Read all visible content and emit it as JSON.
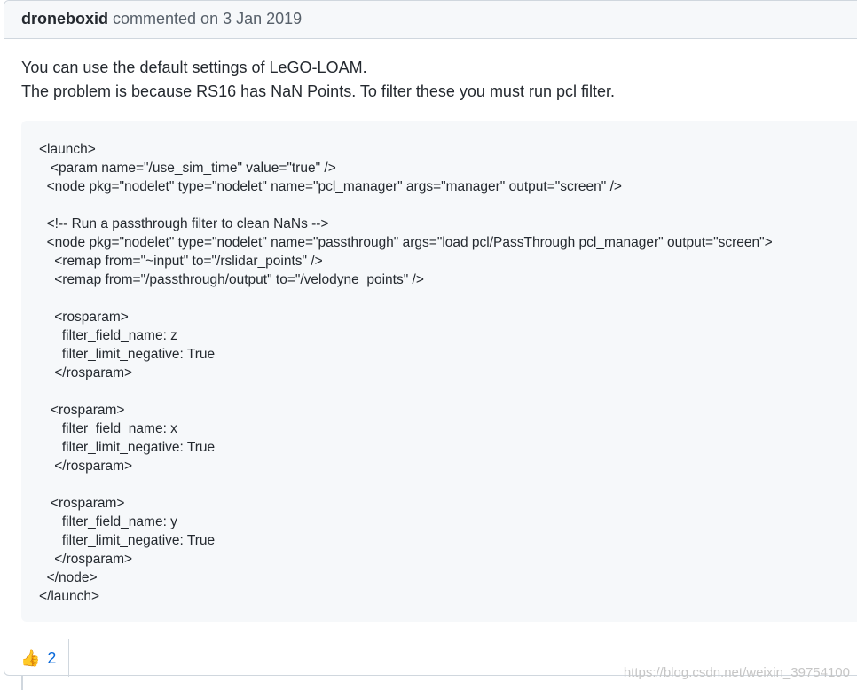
{
  "comment": {
    "author": "droneboxid",
    "action": "commented on",
    "date": "3 Jan 2019",
    "body_lines": [
      "You can use the default settings of LeGO-LOAM.",
      "The problem is because RS16 has NaN Points. To filter these you must run pcl filter."
    ],
    "code": "<launch>\n   <param name=\"/use_sim_time\" value=\"true\" />\n  <node pkg=\"nodelet\" type=\"nodelet\" name=\"pcl_manager\" args=\"manager\" output=\"screen\" />\n\n  <!-- Run a passthrough filter to clean NaNs -->\n  <node pkg=\"nodelet\" type=\"nodelet\" name=\"passthrough\" args=\"load pcl/PassThrough pcl_manager\" output=\"screen\">\n    <remap from=\"~input\" to=\"/rslidar_points\" />\n    <remap from=\"/passthrough/output\" to=\"/velodyne_points\" />\n\n    <rosparam>\n      filter_field_name: z\n      filter_limit_negative: True\n    </rosparam>\n\n   <rosparam>\n      filter_field_name: x\n      filter_limit_negative: True\n    </rosparam>\n\n   <rosparam>\n      filter_field_name: y\n      filter_limit_negative: True\n    </rosparam>\n  </node>\n</launch>"
  },
  "reactions": [
    {
      "icon": "thumbs-up-icon",
      "emoji": "👍",
      "count": "2"
    }
  ],
  "watermark": "https://blog.csdn.net/weixin_39754100"
}
